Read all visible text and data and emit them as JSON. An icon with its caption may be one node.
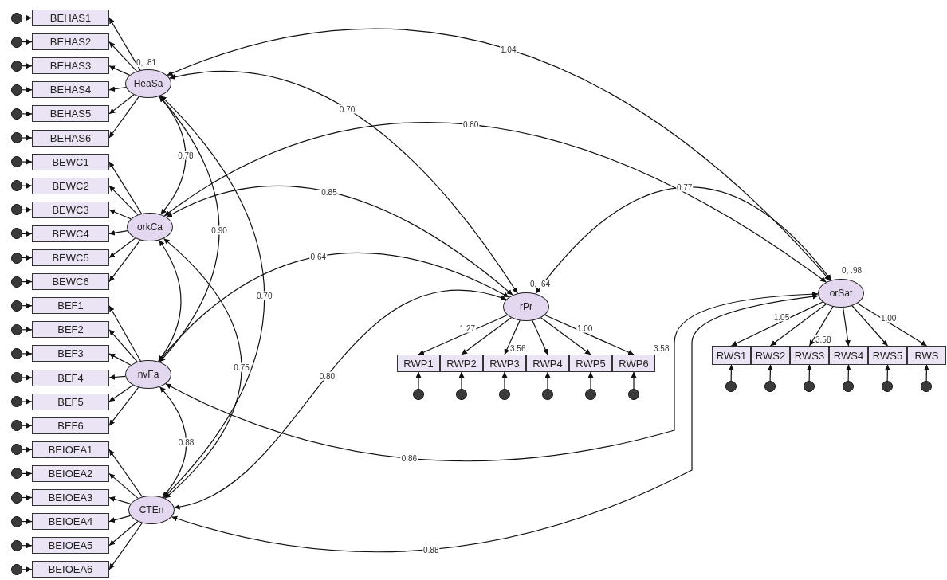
{
  "diagram": {
    "nodes": [
      {
        "text": [
          "BEHAS1"
        ]
      },
      {
        "text": [
          "BEHAS2"
        ]
      },
      {
        "text": [
          "BEHAS3"
        ]
      },
      {
        "text": [
          "BEHAS4"
        ]
      },
      {
        "text": [
          "BEHAS5"
        ]
      },
      {
        "text": [
          "BEHAS6"
        ]
      },
      {
        "text": [
          "BEWC1"
        ]
      },
      {
        "text": [
          "BEWC2"
        ]
      },
      {
        "text": [
          "BEWC3"
        ]
      },
      {
        "text": [
          "BEWC4"
        ]
      },
      {
        "text": [
          "BEWC5"
        ]
      },
      {
        "text": [
          "BEWC6"
        ]
      },
      {
        "text": [
          "BEF1"
        ]
      },
      {
        "text": [
          "BEF2"
        ]
      },
      {
        "text": [
          "BEF3"
        ]
      },
      {
        "text": [
          "BEF4"
        ]
      },
      {
        "text": [
          "BEF5"
        ]
      },
      {
        "text": [
          "BEF6"
        ]
      },
      {
        "text": [
          "BEIOEA1"
        ]
      },
      {
        "text": [
          "BEIOEA2"
        ]
      },
      {
        "text": [
          "BEIOEA3"
        ]
      },
      {
        "text": [
          "BEIOEA4"
        ]
      },
      {
        "text": [
          "BEIOEA5"
        ]
      },
      {
        "text": [
          "BEIOEA6"
        ]
      },
      {
        "text": [
          "HeaSa"
        ],
        "beside": [
          "0, .81"
        ]
      },
      {
        "text": [
          "orkCa"
        ]
      },
      {
        "text": [
          "nvFa"
        ]
      },
      {
        "text": [
          "CTEn"
        ]
      },
      {
        "text": [
          "rPr"
        ],
        "beside": [
          "0, .64"
        ]
      },
      {
        "text": [
          "orSat"
        ],
        "beside": [
          "0, .98"
        ]
      },
      {
        "text": [
          "RWP1"
        ]
      },
      {
        "text": [
          "RWP2"
        ]
      },
      {
        "text": [
          "RWP3"
        ],
        "beside": [
          "3.56"
        ]
      },
      {
        "text": [
          "RWP4"
        ]
      },
      {
        "text": [
          "RWP5"
        ]
      },
      {
        "text": [
          "RWP6"
        ],
        "beside": [
          "3.58"
        ]
      },
      {
        "text": [
          "RWS1"
        ]
      },
      {
        "text": [
          "RWS2"
        ]
      },
      {
        "text": [
          "RWS3"
        ],
        "beside": [
          "3.58"
        ]
      },
      {
        "text": [
          "RWS4"
        ]
      },
      {
        "text": [
          "RWS5"
        ]
      },
      {
        "text": [
          "RWS"
        ]
      },
      {
        "text": [],
        "shape": "circle"
      },
      {
        "text": [],
        "shape": "circle"
      },
      {
        "text": [],
        "shape": "circle"
      },
      {
        "text": [],
        "shape": "circle"
      },
      {
        "text": [],
        "shape": "circle"
      },
      {
        "text": [],
        "shape": "circle"
      },
      {
        "text": [],
        "shape": "circle"
      },
      {
        "text": [],
        "shape": "circle"
      },
      {
        "text": [],
        "shape": "circle"
      },
      {
        "text": [],
        "shape": "circle"
      },
      {
        "text": [],
        "shape": "circle"
      },
      {
        "text": [],
        "shape": "circle"
      },
      {
        "text": [],
        "shape": "circle"
      },
      {
        "text": [],
        "shape": "circle"
      },
      {
        "text": [],
        "shape": "circle"
      },
      {
        "text": [],
        "shape": "circle"
      },
      {
        "text": [],
        "shape": "circle"
      },
      {
        "text": [],
        "shape": "circle"
      },
      {
        "text": [],
        "shape": "circle"
      },
      {
        "text": [],
        "shape": "circle"
      },
      {
        "text": [],
        "shape": "circle"
      },
      {
        "text": [],
        "shape": "circle"
      },
      {
        "text": [],
        "shape": "circle"
      },
      {
        "text": [],
        "shape": "circle"
      },
      {
        "text": [],
        "shape": "circle"
      },
      {
        "text": [],
        "shape": "circle"
      },
      {
        "text": [],
        "shape": "circle"
      },
      {
        "text": [],
        "shape": "circle"
      },
      {
        "text": [],
        "shape": "circle"
      },
      {
        "text": [],
        "shape": "circle"
      },
      {
        "text": [],
        "shape": "circle"
      },
      {
        "text": [],
        "shape": "circle"
      },
      {
        "text": [],
        "shape": "circle"
      },
      {
        "text": [],
        "shape": "circle"
      },
      {
        "text": [],
        "shape": "circle"
      },
      {
        "text": [],
        "shape": "circle"
      }
    ],
    "edges": [
      {
        "from": 24,
        "to": 0,
        "arrow": "to"
      },
      {
        "from": 24,
        "to": 1,
        "arrow": "to"
      },
      {
        "from": 24,
        "to": 2,
        "arrow": "to"
      },
      {
        "from": 24,
        "to": 3,
        "arrow": "to"
      },
      {
        "from": 24,
        "to": 4,
        "arrow": "to"
      },
      {
        "from": 24,
        "to": 5,
        "arrow": "to"
      },
      {
        "from": 25,
        "to": 6,
        "arrow": "to"
      },
      {
        "from": 25,
        "to": 7,
        "arrow": "to"
      },
      {
        "from": 25,
        "to": 8,
        "arrow": "to"
      },
      {
        "from": 25,
        "to": 9,
        "arrow": "to"
      },
      {
        "from": 25,
        "to": 10,
        "arrow": "to"
      },
      {
        "from": 25,
        "to": 11,
        "arrow": "to"
      },
      {
        "from": 26,
        "to": 12,
        "arrow": "to"
      },
      {
        "from": 26,
        "to": 13,
        "arrow": "to"
      },
      {
        "from": 26,
        "to": 14,
        "arrow": "to"
      },
      {
        "from": 26,
        "to": 15,
        "arrow": "to"
      },
      {
        "from": 26,
        "to": 16,
        "arrow": "to"
      },
      {
        "from": 26,
        "to": 17,
        "arrow": "to"
      },
      {
        "from": 27,
        "to": 18,
        "arrow": "to"
      },
      {
        "from": 27,
        "to": 19,
        "arrow": "to"
      },
      {
        "from": 27,
        "to": 20,
        "arrow": "to"
      },
      {
        "from": 27,
        "to": 21,
        "arrow": "to"
      },
      {
        "from": 27,
        "to": 22,
        "arrow": "to"
      },
      {
        "from": 27,
        "to": 23,
        "arrow": "to"
      },
      {
        "from": 42,
        "to": 0,
        "arrow": "to"
      },
      {
        "from": 43,
        "to": 1,
        "arrow": "to"
      },
      {
        "from": 44,
        "to": 2,
        "arrow": "to"
      },
      {
        "from": 45,
        "to": 3,
        "arrow": "to"
      },
      {
        "from": 46,
        "to": 4,
        "arrow": "to"
      },
      {
        "from": 47,
        "to": 5,
        "arrow": "to"
      },
      {
        "from": 48,
        "to": 6,
        "arrow": "to"
      },
      {
        "from": 49,
        "to": 7,
        "arrow": "to"
      },
      {
        "from": 50,
        "to": 8,
        "arrow": "to"
      },
      {
        "from": 51,
        "to": 9,
        "arrow": "to"
      },
      {
        "from": 52,
        "to": 10,
        "arrow": "to"
      },
      {
        "from": 53,
        "to": 11,
        "arrow": "to"
      },
      {
        "from": 54,
        "to": 12,
        "arrow": "to"
      },
      {
        "from": 55,
        "to": 13,
        "arrow": "to"
      },
      {
        "from": 56,
        "to": 14,
        "arrow": "to"
      },
      {
        "from": 57,
        "to": 15,
        "arrow": "to"
      },
      {
        "from": 58,
        "to": 16,
        "arrow": "to"
      },
      {
        "from": 59,
        "to": 17,
        "arrow": "to"
      },
      {
        "from": 60,
        "to": 18,
        "arrow": "to"
      },
      {
        "from": 61,
        "to": 19,
        "arrow": "to"
      },
      {
        "from": 62,
        "to": 20,
        "arrow": "to"
      },
      {
        "from": 63,
        "to": 21,
        "arrow": "to"
      },
      {
        "from": 64,
        "to": 22,
        "arrow": "to"
      },
      {
        "from": 65,
        "to": 23,
        "arrow": "to"
      },
      {
        "from": 28,
        "to": 30,
        "arrow": "to",
        "label": "1.27"
      },
      {
        "from": 28,
        "to": 31,
        "arrow": "to"
      },
      {
        "from": 28,
        "to": 32,
        "arrow": "to"
      },
      {
        "from": 28,
        "to": 33,
        "arrow": "to"
      },
      {
        "from": 28,
        "to": 34,
        "arrow": "to"
      },
      {
        "from": 28,
        "to": 35,
        "arrow": "to",
        "label": "1.00"
      },
      {
        "from": 66,
        "to": 30,
        "arrow": "to"
      },
      {
        "from": 67,
        "to": 31,
        "arrow": "to"
      },
      {
        "from": 68,
        "to": 32,
        "arrow": "to"
      },
      {
        "from": 69,
        "to": 33,
        "arrow": "to"
      },
      {
        "from": 70,
        "to": 34,
        "arrow": "to"
      },
      {
        "from": 71,
        "to": 35,
        "arrow": "to"
      },
      {
        "from": 29,
        "to": 36,
        "arrow": "to",
        "label": "1.05"
      },
      {
        "from": 29,
        "to": 37,
        "arrow": "to"
      },
      {
        "from": 29,
        "to": 38,
        "arrow": "to"
      },
      {
        "from": 29,
        "to": 39,
        "arrow": "to"
      },
      {
        "from": 29,
        "to": 40,
        "arrow": "to"
      },
      {
        "from": 29,
        "to": 41,
        "arrow": "to",
        "label": "1.00"
      },
      {
        "from": 72,
        "to": 36,
        "arrow": "to"
      },
      {
        "from": 73,
        "to": 37,
        "arrow": "to"
      },
      {
        "from": 74,
        "to": 38,
        "arrow": "to"
      },
      {
        "from": 75,
        "to": 39,
        "arrow": "to"
      },
      {
        "from": 76,
        "to": 40,
        "arrow": "to"
      },
      {
        "from": 77,
        "to": 41,
        "arrow": "to"
      },
      {
        "from": 24,
        "to": 25,
        "arrow": "both",
        "label": "0.78"
      },
      {
        "from": 24,
        "to": 26,
        "arrow": "both",
        "label": "0.90"
      },
      {
        "from": 24,
        "to": 27,
        "arrow": "both",
        "label": "0.70"
      },
      {
        "from": 25,
        "to": 26,
        "arrow": "both"
      },
      {
        "from": 25,
        "to": 27,
        "arrow": "both",
        "label": "0.75"
      },
      {
        "from": 26,
        "to": 27,
        "arrow": "both",
        "label": "0.88"
      },
      {
        "from": 24,
        "to": 28,
        "arrow": "both",
        "label": "0.70"
      },
      {
        "from": 24,
        "to": 29,
        "arrow": "both",
        "label": "1.04"
      },
      {
        "from": 25,
        "to": 28,
        "arrow": "both",
        "label": "0.85"
      },
      {
        "from": 25,
        "to": 29,
        "arrow": "both",
        "label": "0.80"
      },
      {
        "from": 26,
        "to": 28,
        "arrow": "both",
        "label": "0.64"
      },
      {
        "from": 26,
        "to": 29,
        "arrow": "both",
        "label": "0.86"
      },
      {
        "from": 27,
        "to": 28,
        "arrow": "both",
        "label": "0.80"
      },
      {
        "from": 27,
        "to": 29,
        "arrow": "both",
        "label": "0.88"
      },
      {
        "from": 28,
        "to": 29,
        "arrow": "both",
        "label": "0.77"
      }
    ]
  }
}
